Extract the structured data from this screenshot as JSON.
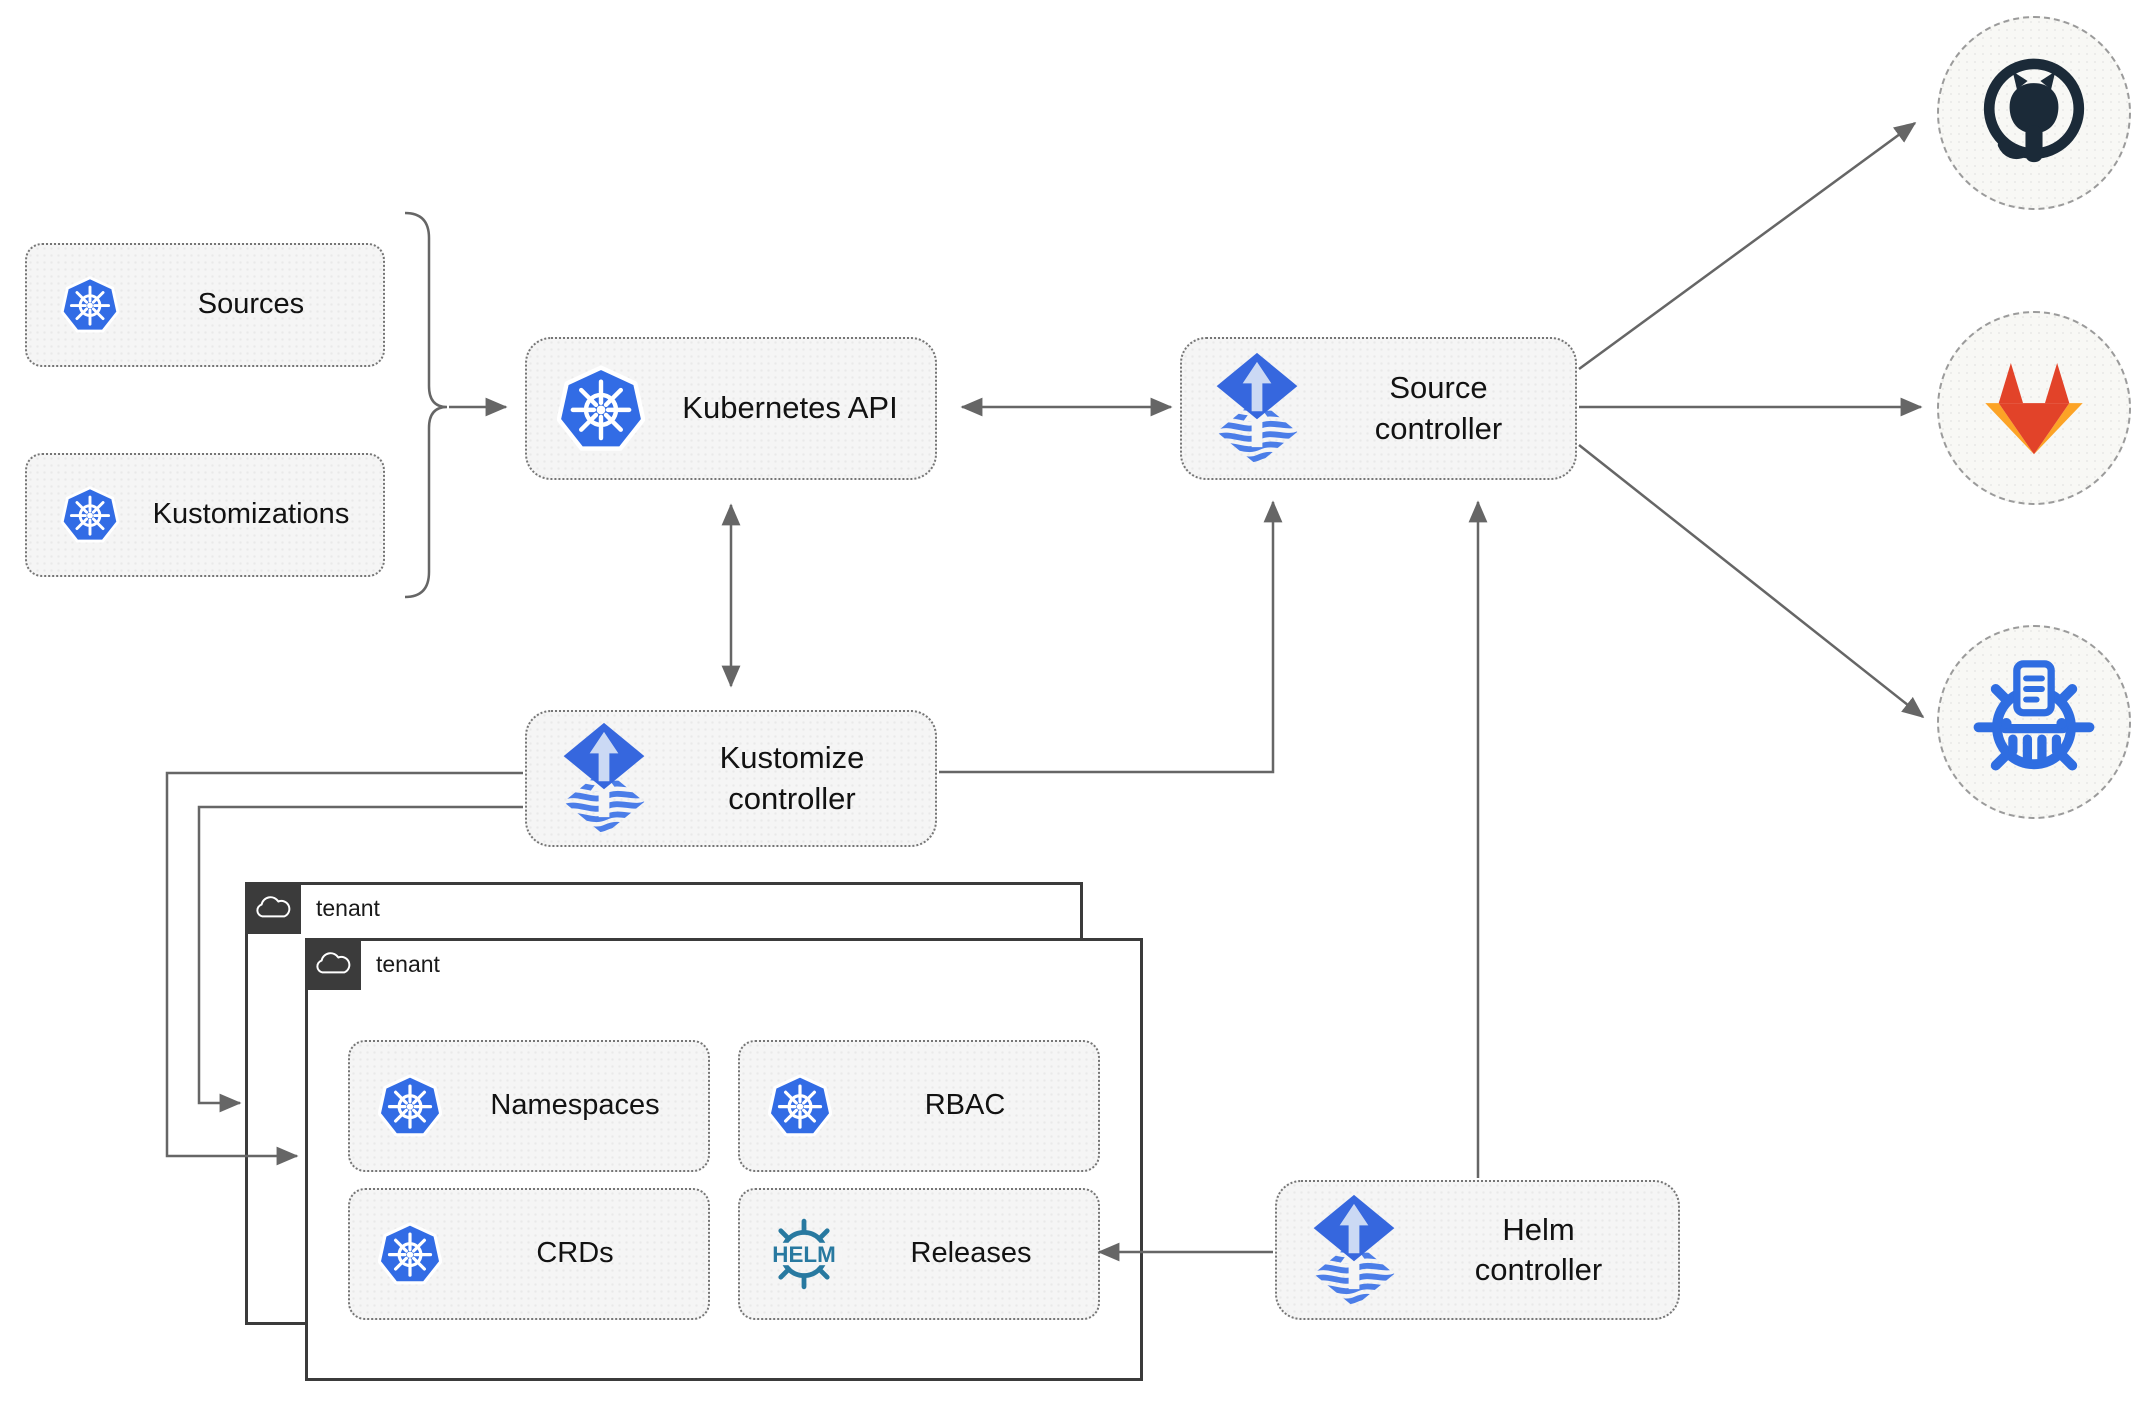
{
  "nodes": {
    "sources": {
      "label": "Sources"
    },
    "kustomizations": {
      "label": "Kustomizations"
    },
    "kubernetes_api": {
      "label": "Kubernetes API"
    },
    "source_controller": {
      "label": "Source controller"
    },
    "kustomize_controller": {
      "label": "Kustomize controller"
    },
    "helm_controller": {
      "label": "Helm controller"
    },
    "namespaces": {
      "label": "Namespaces"
    },
    "rbac": {
      "label": "RBAC"
    },
    "crds": {
      "label": "CRDs"
    },
    "releases": {
      "label": "Releases"
    }
  },
  "groups": {
    "outer_tenant": {
      "label": "tenant"
    },
    "inner_tenant": {
      "label": "tenant"
    }
  },
  "logos": {
    "helm_wheel_text": "HELM"
  },
  "endpoints": {
    "github": {
      "icon": "github-icon"
    },
    "gitlab": {
      "icon": "gitlab-icon"
    },
    "chart_repository": {
      "icon": "chartmuseum-icon"
    }
  },
  "colors": {
    "kubernetes_blue": "#326CE5",
    "flux_blue": "#3667DE",
    "flux_light_arrow": "#CBD9F4",
    "flux_wave_blue": "#4B7DE8",
    "helm_teal": "#2879A0",
    "github_dark": "#1B2A38",
    "gitlab_red_orange": "#E24329",
    "gitlab_light_orange": "#FCA326",
    "chart_repo_blue": "#2F6DE1",
    "connector_gray": "#666666",
    "node_background": "#F5F5F5",
    "node_border": "#757575",
    "tenant_dark": "#3B3B3B"
  }
}
